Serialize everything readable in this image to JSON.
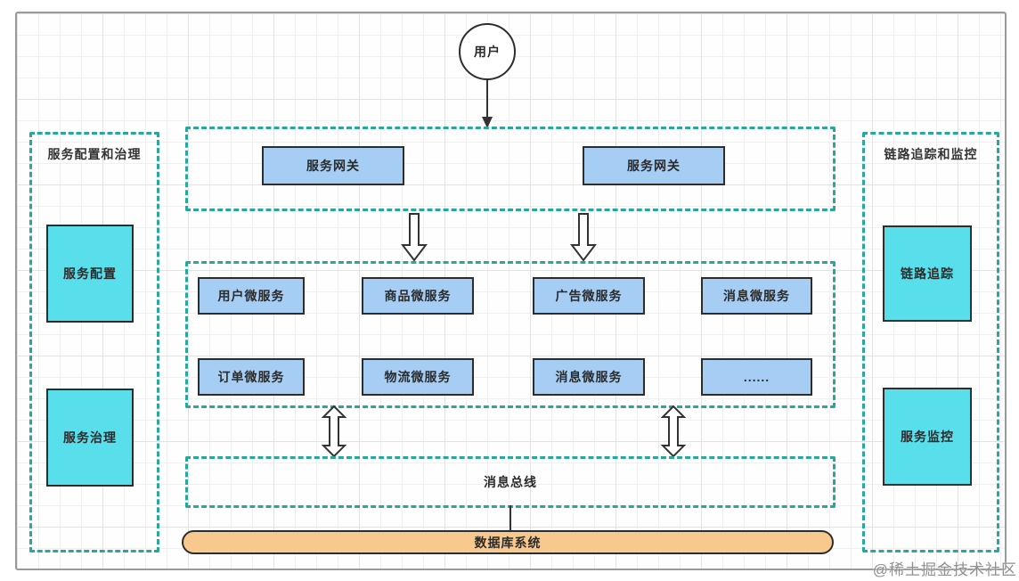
{
  "diagram": {
    "user": {
      "label": "用户"
    },
    "gateway_row": {
      "boxes": [
        {
          "label": "服务网关"
        },
        {
          "label": "服务网关"
        }
      ]
    },
    "microservices": {
      "row1": [
        {
          "label": "用户微服务"
        },
        {
          "label": "商品微服务"
        },
        {
          "label": "广告微服务"
        },
        {
          "label": "消息微服务"
        }
      ],
      "row2": [
        {
          "label": "订单微服务"
        },
        {
          "label": "物流微服务"
        },
        {
          "label": "消息微服务"
        },
        {
          "label": "......"
        }
      ]
    },
    "left_panel": {
      "title": "服务配置和治理",
      "boxes": [
        {
          "label": "服务配置"
        },
        {
          "label": "服务治理"
        }
      ]
    },
    "right_panel": {
      "title": "链路追踪和监控",
      "boxes": [
        {
          "label": "链路追踪"
        },
        {
          "label": "服务监控"
        }
      ]
    },
    "message_bus": {
      "label": "消息总线"
    },
    "database": {
      "label": "数据库系统"
    }
  },
  "watermark": "@稀土掘金技术社区",
  "colors": {
    "dashed_border": "#2aa79c",
    "blue_box_fill": "#a6cdf3",
    "cyan_box_fill": "#58dfeb",
    "database_fill": "#f8c98e",
    "box_border": "#2d2d2d",
    "frame_border": "#9a9a9a",
    "watermark_text": "#8f8f8f"
  }
}
